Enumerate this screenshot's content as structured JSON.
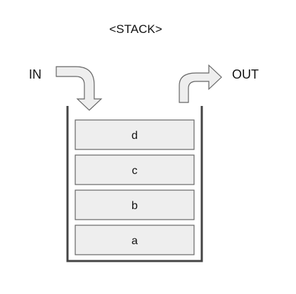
{
  "title": "<STACK>",
  "in_label": "IN",
  "out_label": "OUT",
  "items": [
    "d",
    "c",
    "b",
    "a"
  ],
  "colors": {
    "block_fill": "#eeeeee",
    "block_stroke": "#666666",
    "container": "#444444"
  }
}
